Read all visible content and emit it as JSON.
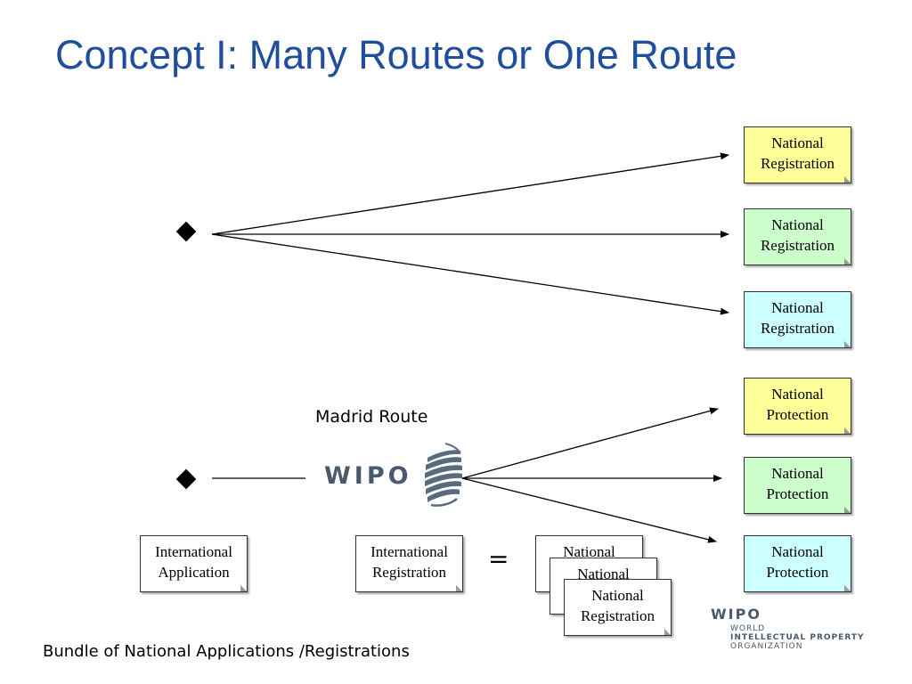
{
  "title": "Concept I: Many Routes or One Route",
  "top_boxes": [
    {
      "line1": "National",
      "line2": "Registration",
      "color": "#ffff99"
    },
    {
      "line1": "National",
      "line2": "Registration",
      "color": "#ccffcc"
    },
    {
      "line1": "National",
      "line2": "Registration",
      "color": "#ccffff"
    }
  ],
  "bottom_boxes": [
    {
      "line1": "National",
      "line2": "Protection",
      "color": "#ffff99"
    },
    {
      "line1": "National",
      "line2": "Protection",
      "color": "#ccffcc"
    },
    {
      "line1": "National",
      "line2": "Protection",
      "color": "#ccffff"
    }
  ],
  "madrid_route_label": "Madrid Route",
  "wipo_logo_text": "WIPO",
  "international_application": {
    "line1": "International",
    "line2": "Application"
  },
  "international_registration": {
    "line1": "International",
    "line2": "Registration"
  },
  "equals_sign": "=",
  "stack_back": "National",
  "stack_middle": "National",
  "stack_front": {
    "line1": "National",
    "line2": "Registration"
  },
  "footer_text": "Bundle of National Applications /Registrations",
  "org_logo": {
    "name": "WIPO",
    "line1": "WORLD",
    "line2": "INTELLECTUAL PROPERTY",
    "line3": "ORGANIZATION"
  }
}
